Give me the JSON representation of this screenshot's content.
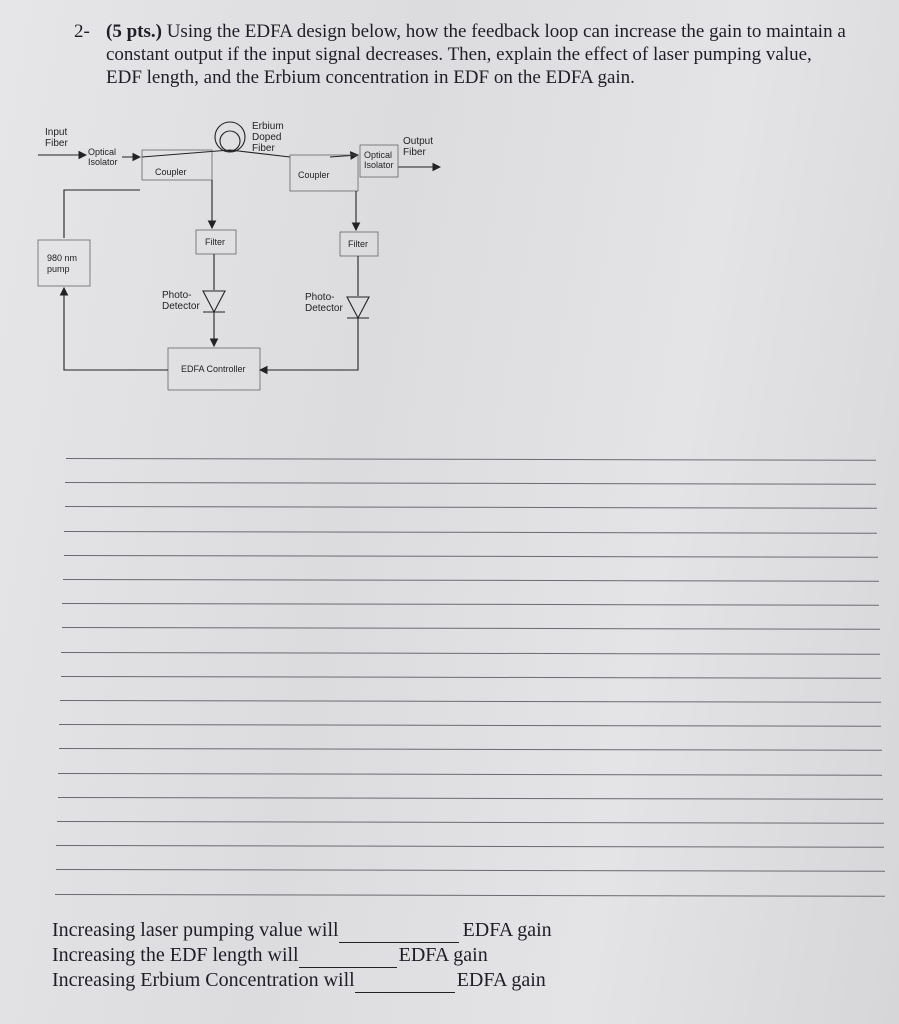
{
  "question": {
    "number": "2-",
    "points": "(5 pts.)",
    "text": "Using the EDFA design below, how the feedback loop can increase the gain to maintain a constant output if the input signal decreases.  Then, explain the effect of laser pumping value, EDF length, and the Erbium concentration in EDF on the EDFA gain."
  },
  "diagram": {
    "input_fiber": "Input\nFiber",
    "optical_isolator_1": "Optical\nIsolator",
    "coupler_1": "Coupler",
    "erbium_doped_fiber": "Erbium\nDoped\nFiber",
    "coupler_2": "Coupler",
    "optical_isolator_2": "Optical\nIsolator",
    "output_fiber": "Output\nFiber",
    "filter_1": "Filter",
    "filter_2": "Filter",
    "pump": "980 nm\npump",
    "photodetector_1": "Photo-\nDetector",
    "photodetector_2": "Photo-\nDetector",
    "controller": "EDFA Controller"
  },
  "answer_lines": 19,
  "fill_in": [
    {
      "prefix": "Increasing laser pumping value will",
      "suffix": "EDFA gain"
    },
    {
      "prefix": "Increasing the EDF length will",
      "suffix": "EDFA gain"
    },
    {
      "prefix": "Increasing Erbium Concentration will",
      "suffix": "EDFA gain"
    }
  ]
}
